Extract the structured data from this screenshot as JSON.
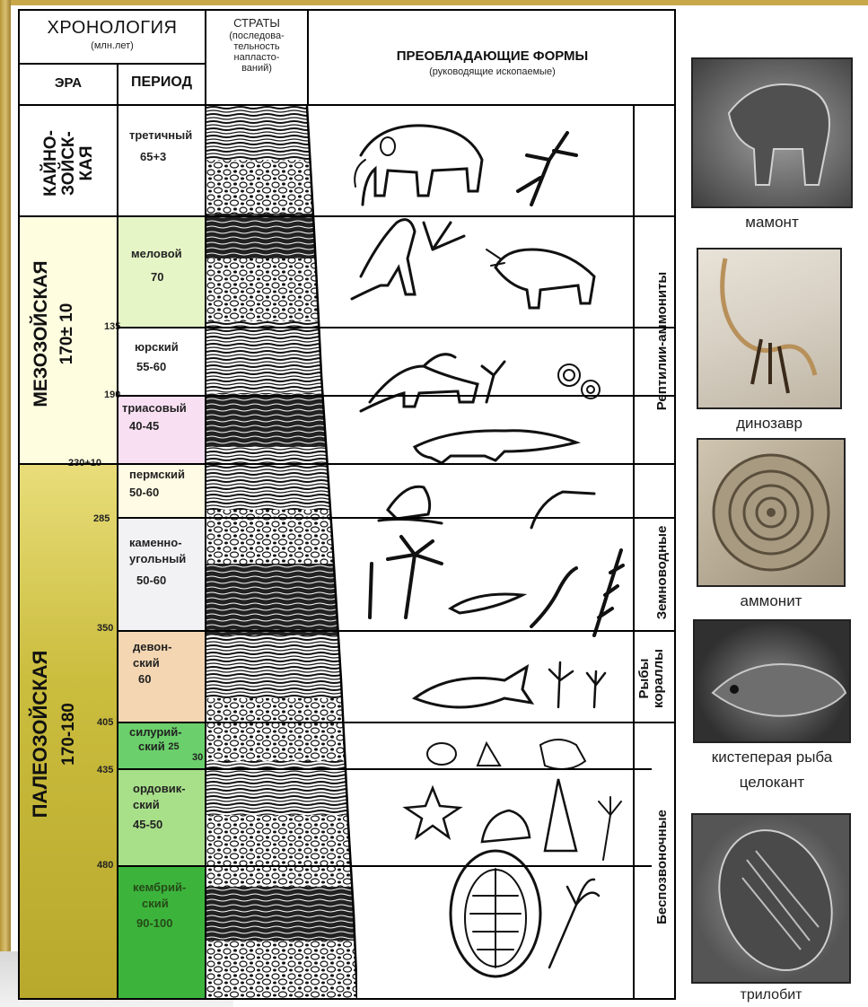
{
  "header": {
    "chronology": "ХРОНОЛОГИЯ",
    "chronology_unit": "(млн.лет)",
    "era": "ЭРА",
    "period": "ПЕРИОД",
    "strata_title": "СТРАТЫ",
    "strata_sub_1": "(последова-",
    "strata_sub_2": "тельность",
    "strata_sub_3": "напласто-",
    "strata_sub_4": "ваний)",
    "forms_title": "ПРЕОБЛАДАЮЩИЕ ФОРМЫ",
    "forms_sub": "(руководящие ископаемые)"
  },
  "eras": {
    "cenozoic_1": "КАЙНО-",
    "cenozoic_2": "ЗОЙСК-",
    "cenozoic_3": "КАЯ",
    "mesozoic": "МЕЗОЗОЙСКАЯ",
    "mesozoic_age": "170± 10",
    "paleozoic": "ПАЛЕОЗОЙСКАЯ",
    "paleozoic_age": "170-180"
  },
  "periods": {
    "tertiary": "третичный",
    "tertiary_age": "65+3",
    "cretaceous": "меловой",
    "cretaceous_age": "70",
    "jurassic": "юрский",
    "jurassic_age": "55-60",
    "triassic": "триасовый",
    "triassic_age": "40-45",
    "permian": "пермский",
    "permian_age": "50-60",
    "carboniferous_1": "каменно-",
    "carboniferous_2": "угольный",
    "carboniferous_age": "50-60",
    "devonian_1": "девон-",
    "devonian_2": "ский",
    "devonian_age": "60",
    "silurian_1": "силурий-",
    "silurian_2": "ский",
    "silurian_age_1": "25",
    "silurian_age_2": "30",
    "ordovician_1": "ордовик-",
    "ordovician_2": "ский",
    "ordovician_age": "45-50",
    "cambrian_1": "кембрий-",
    "cambrian_2": "ский",
    "cambrian_age": "90-100"
  },
  "boundaries": {
    "b135": "135",
    "b190": "190",
    "b230": "230+10",
    "b285": "285",
    "b350": "350",
    "b405": "405",
    "b435": "435",
    "b480": "480"
  },
  "groups": {
    "reptiles": "Рептилии-аммониты",
    "amphibians": "Земноводные",
    "fish_1": "Рыбы",
    "fish_2": "кораллы",
    "invertebrates": "Беспозвоночные"
  },
  "photos": {
    "mammoth": "мамонт",
    "dinosaur": "динозавр",
    "ammonite": "аммонит",
    "coelacanth_1": "кистеперая рыба",
    "coelacanth_2": "целокант",
    "trilobite": "трилобит"
  },
  "colors": {
    "cretaceous": "#e6f5c6",
    "jurassic": "#ffffff",
    "triassic": "#f8e0f2",
    "mesozoic_era": "#fffde0",
    "paleozoic_era": "#cbbd3e",
    "permian": "#fffbe4",
    "carboniferous": "#f2f2f4",
    "devonian": "#f4d6b2",
    "silurian": "#6bd06b",
    "ordovician": "#a8e08a",
    "cambrian": "#3cb43c"
  }
}
